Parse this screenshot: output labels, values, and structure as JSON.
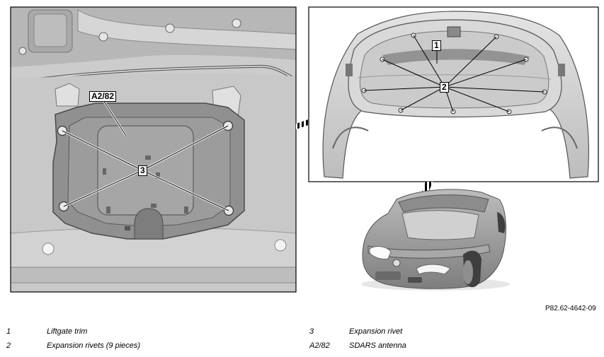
{
  "callouts": {
    "a2_82_detail": "A2/82",
    "rivet_detail": "3",
    "trim_overview": "1",
    "rivets_overview": "2"
  },
  "figure_ref": "P82.62-4642-09",
  "legend": [
    {
      "key": "1",
      "text": "Liftgate trim"
    },
    {
      "key": "2",
      "text": "Expansion rivets (9 pieces)"
    },
    {
      "key": "3",
      "text": "Expansion rivet"
    },
    {
      "key": "A2/82",
      "text": "SDARS antenna"
    }
  ]
}
